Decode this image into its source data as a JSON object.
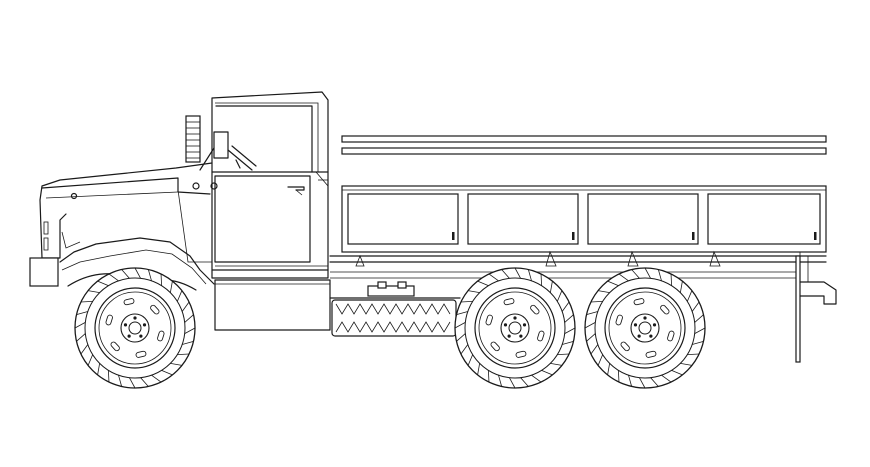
{
  "drawing": {
    "subject": "truck-side-elevation",
    "line_color": "#1a1a1a",
    "background_color": "#ffffff",
    "wheels": [
      {
        "name": "front-wheel",
        "axle": "front"
      },
      {
        "name": "middle-wheel",
        "axle": "rear-1"
      },
      {
        "name": "rear-wheel",
        "axle": "rear-2"
      }
    ],
    "cargo_panels": [
      {
        "name": "cargo-panel-1"
      },
      {
        "name": "cargo-panel-2"
      },
      {
        "name": "cargo-panel-3"
      },
      {
        "name": "cargo-panel-4"
      }
    ]
  }
}
